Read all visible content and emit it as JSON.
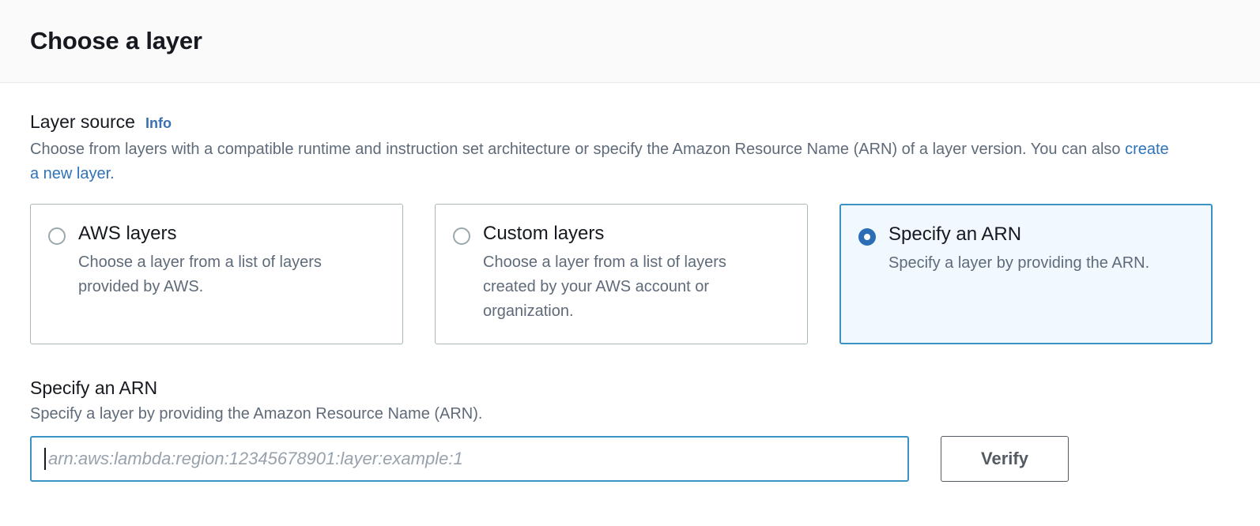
{
  "header": {
    "title": "Choose a layer"
  },
  "layer_source": {
    "label": "Layer source",
    "info_link": "Info",
    "description_part1": "Choose from layers with a compatible runtime and instruction set architecture or specify the Amazon Resource Name (ARN) of a layer version. You can also ",
    "description_link": "create a new layer",
    "description_part2": ".",
    "options": [
      {
        "title": "AWS layers",
        "description": "Choose a layer from a list of layers provided by AWS.",
        "selected": false
      },
      {
        "title": "Custom layers",
        "description": "Choose a layer from a list of layers created by your AWS account or organization.",
        "selected": false
      },
      {
        "title": "Specify an ARN",
        "description": "Specify a layer by providing the ARN.",
        "selected": true
      }
    ]
  },
  "arn_section": {
    "title": "Specify an ARN",
    "description": "Specify a layer by providing the Amazon Resource Name (ARN).",
    "input_value": "",
    "input_placeholder": "arn:aws:lambda:region:12345678901:layer:example:1",
    "verify_label": "Verify"
  },
  "colors": {
    "accent_blue": "#0972d3",
    "link_blue": "#2f73b8",
    "selected_border": "#3a93c4",
    "selected_bg": "#f1f8fe",
    "radio_selected": "#2c6eb5",
    "text_primary": "#16191f",
    "text_secondary": "#5f6b7a",
    "button_border": "#545b64",
    "header_bg": "#fafafa"
  }
}
